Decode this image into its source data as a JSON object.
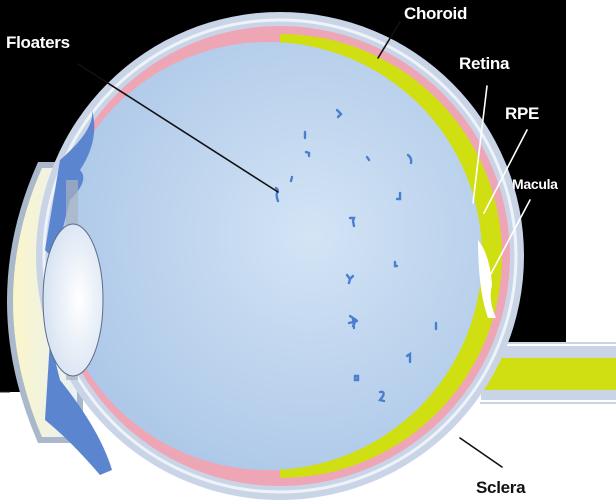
{
  "labels": {
    "floaters": "Floaters",
    "choroid": "Choroid",
    "retina": "Retina",
    "rpe": "RPE",
    "macula": "Macula",
    "sclera": "Sclera"
  },
  "colors": {
    "background_dark": "#000000",
    "sclera": "#c9d5e6",
    "choroid": "#eea6b6",
    "retina": "#cfdf12",
    "vitreous": "#b9d2ec",
    "iris": "#5b86cf",
    "floater": "#4a7fd0"
  }
}
